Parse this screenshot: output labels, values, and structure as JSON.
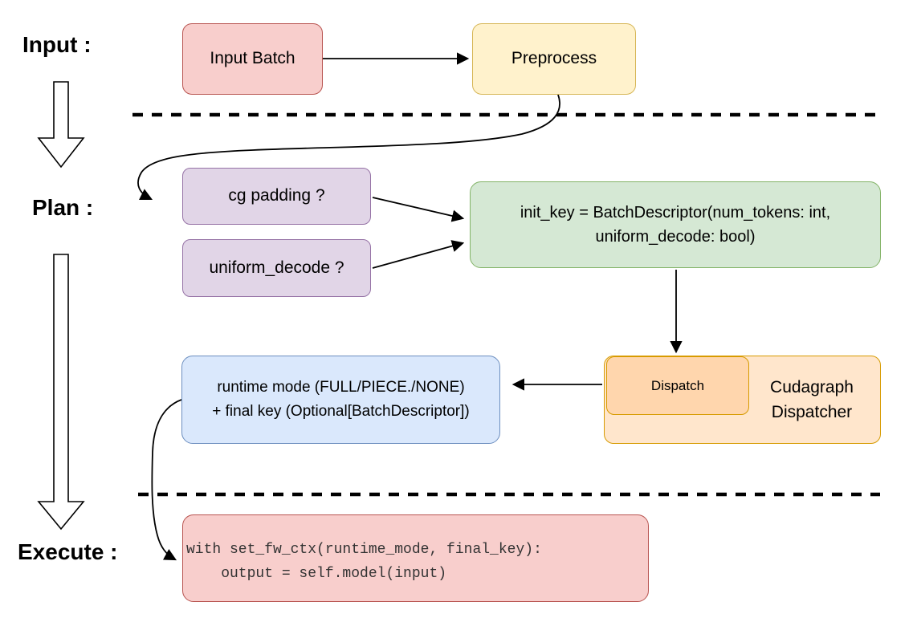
{
  "diagram": {
    "stage_labels": {
      "input": "Input :",
      "plan": "Plan :",
      "execute": "Execute :"
    },
    "nodes": {
      "input_batch": {
        "label": "Input Batch",
        "fill": "#f8cecc",
        "border": "#b85450"
      },
      "preprocess": {
        "label": "Preprocess",
        "fill": "#fff2cc",
        "border": "#d6b656"
      },
      "cg_padding": {
        "label": "cg padding ?",
        "fill": "#e1d5e7",
        "border": "#9673a6"
      },
      "uniform_decode": {
        "label": "uniform_decode ?",
        "fill": "#e1d5e7",
        "border": "#9673a6"
      },
      "init_key": {
        "line1": "init_key = BatchDescriptor(num_tokens: int,",
        "line2": "uniform_decode: bool)",
        "fill": "#d5e8d4",
        "border": "#82b366"
      },
      "dispatch": {
        "label": "Dispatch",
        "fill": "#ffd6ad",
        "border": "#d79b00"
      },
      "cudagraph_dispatcher": {
        "line1": "Cudagraph",
        "line2": "Dispatcher",
        "fill": "#ffe6cc",
        "border": "#d79b00"
      },
      "runtime_mode": {
        "line1": "runtime mode (FULL/PIECE./NONE)",
        "line2": "+ final key (Optional[BatchDescriptor])",
        "fill": "#dae8fc",
        "border": "#6c8ebf"
      },
      "execute_code": {
        "line1": "with set_fw_ctx(runtime_mode, final_key):",
        "line2": "    output = self.model(input)",
        "fill": "#f8cecc",
        "border": "#b85450"
      }
    },
    "colors": {
      "line_color": "#000000",
      "text_color": "#000000",
      "code_text_color": "#333333",
      "background": "#ffffff"
    }
  }
}
